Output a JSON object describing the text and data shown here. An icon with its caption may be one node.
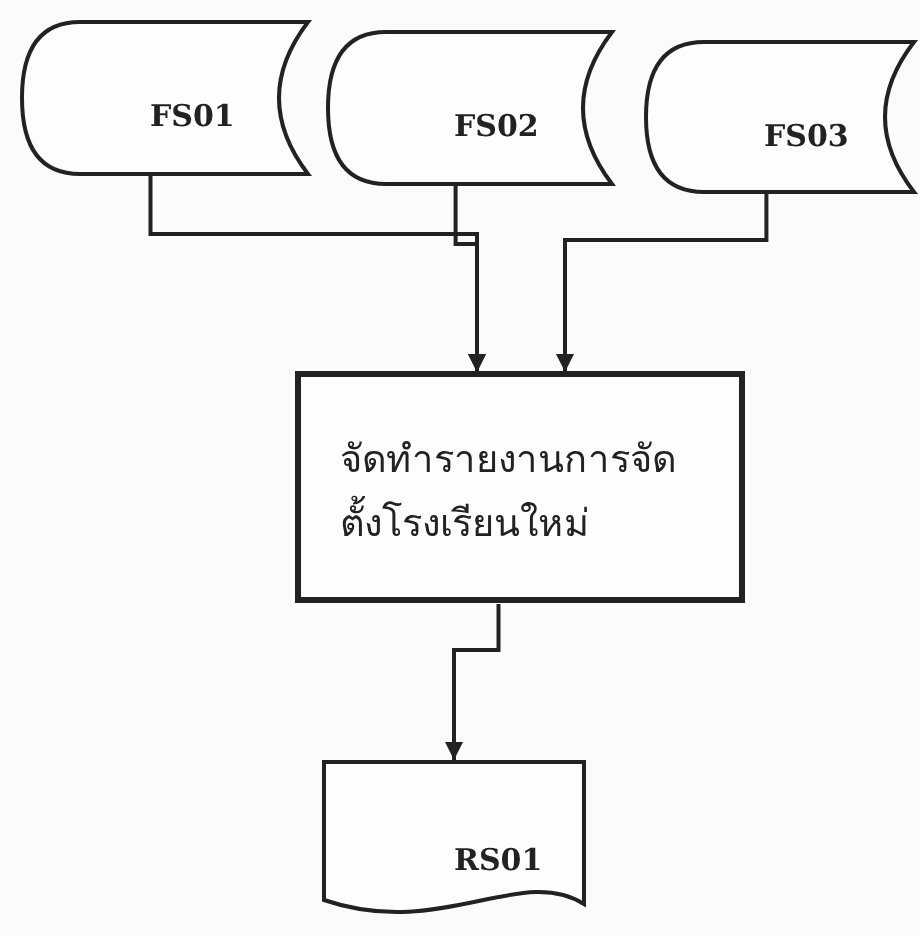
{
  "diagram": {
    "nodes": [
      {
        "text": [
          "FS01"
        ]
      },
      {
        "text": [
          "FS02"
        ]
      },
      {
        "text": [
          "FS03"
        ]
      },
      {
        "text": [
          "จัดทำรายงานการจัดตั้งโรงเรียนใหม่"
        ]
      },
      {
        "text": [
          "RS01"
        ]
      }
    ],
    "edges": [
      {
        "from": 0,
        "to": 3,
        "arrow": "to"
      },
      {
        "from": 1,
        "to": 3,
        "arrow": "to"
      },
      {
        "from": 2,
        "to": 3,
        "arrow": "to"
      },
      {
        "from": 3,
        "to": 4,
        "arrow": "to"
      }
    ]
  }
}
